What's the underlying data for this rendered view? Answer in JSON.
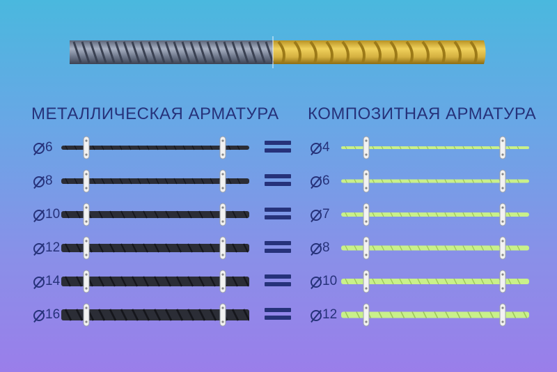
{
  "colors": {
    "heading": "#26327a",
    "steel": "#2b2d36",
    "composite": "#c9f08a",
    "hero_steel": "#7f8aa0",
    "hero_composite": "#d7b53f"
  },
  "headings": {
    "metal": "МЕТАЛЛИЧЕСКАЯ АРМАТУРА",
    "composite": "КОМПОЗИТНАЯ АРМАТУРА"
  },
  "rows": [
    {
      "metal": "6",
      "composite": "4",
      "thickness": 6
    },
    {
      "metal": "8",
      "composite": "6",
      "thickness": 8
    },
    {
      "metal": "10",
      "composite": "7",
      "thickness": 10
    },
    {
      "metal": "12",
      "composite": "8",
      "thickness": 12
    },
    {
      "metal": "14",
      "composite": "10",
      "thickness": 14
    },
    {
      "metal": "16",
      "composite": "12",
      "thickness": 16
    }
  ],
  "composite_thickness": [
    4,
    5,
    6,
    7,
    8,
    9
  ]
}
